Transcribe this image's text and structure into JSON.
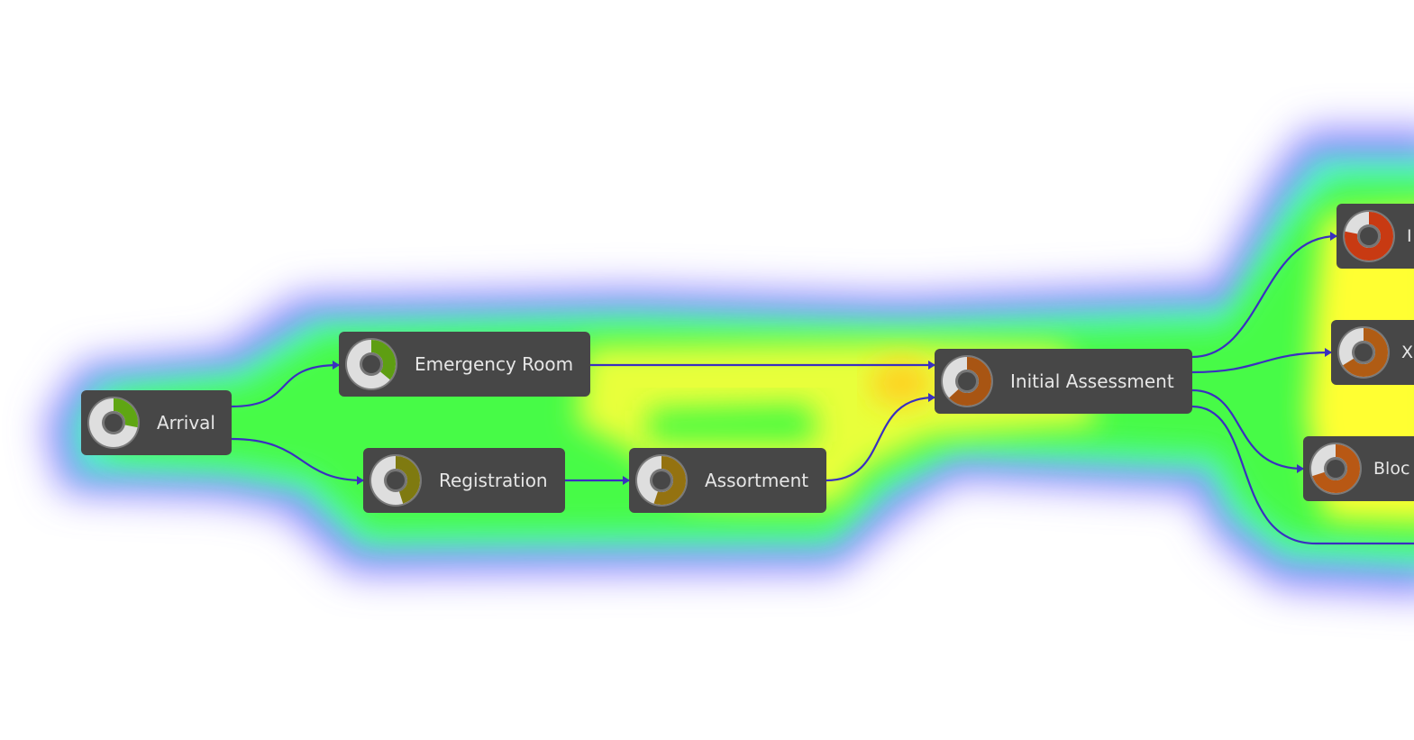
{
  "nodes": [
    {
      "id": "arrival",
      "label": "Arrival",
      "fraction": 0.28,
      "color": "#5fa613"
    },
    {
      "id": "emergency-room",
      "label": "Emergency Room",
      "fraction": 0.36,
      "color": "#5e9e12"
    },
    {
      "id": "registration",
      "label": "Registration",
      "fraction": 0.45,
      "color": "#7f7a10"
    },
    {
      "id": "assortment",
      "label": "Assortment",
      "fraction": 0.55,
      "color": "#947210"
    },
    {
      "id": "initial-assessment",
      "label": "Initial Assessment",
      "fraction": 0.63,
      "color": "#a85513"
    },
    {
      "id": "node-i",
      "label": "I",
      "fraction": 0.78,
      "color": "#c83a12"
    },
    {
      "id": "node-x",
      "label": "X",
      "fraction": 0.66,
      "color": "#b05c14"
    },
    {
      "id": "node-bloc",
      "label": "Bloc",
      "fraction": 0.7,
      "color": "#b85814"
    }
  ],
  "edge_color": "#3a2fc0"
}
